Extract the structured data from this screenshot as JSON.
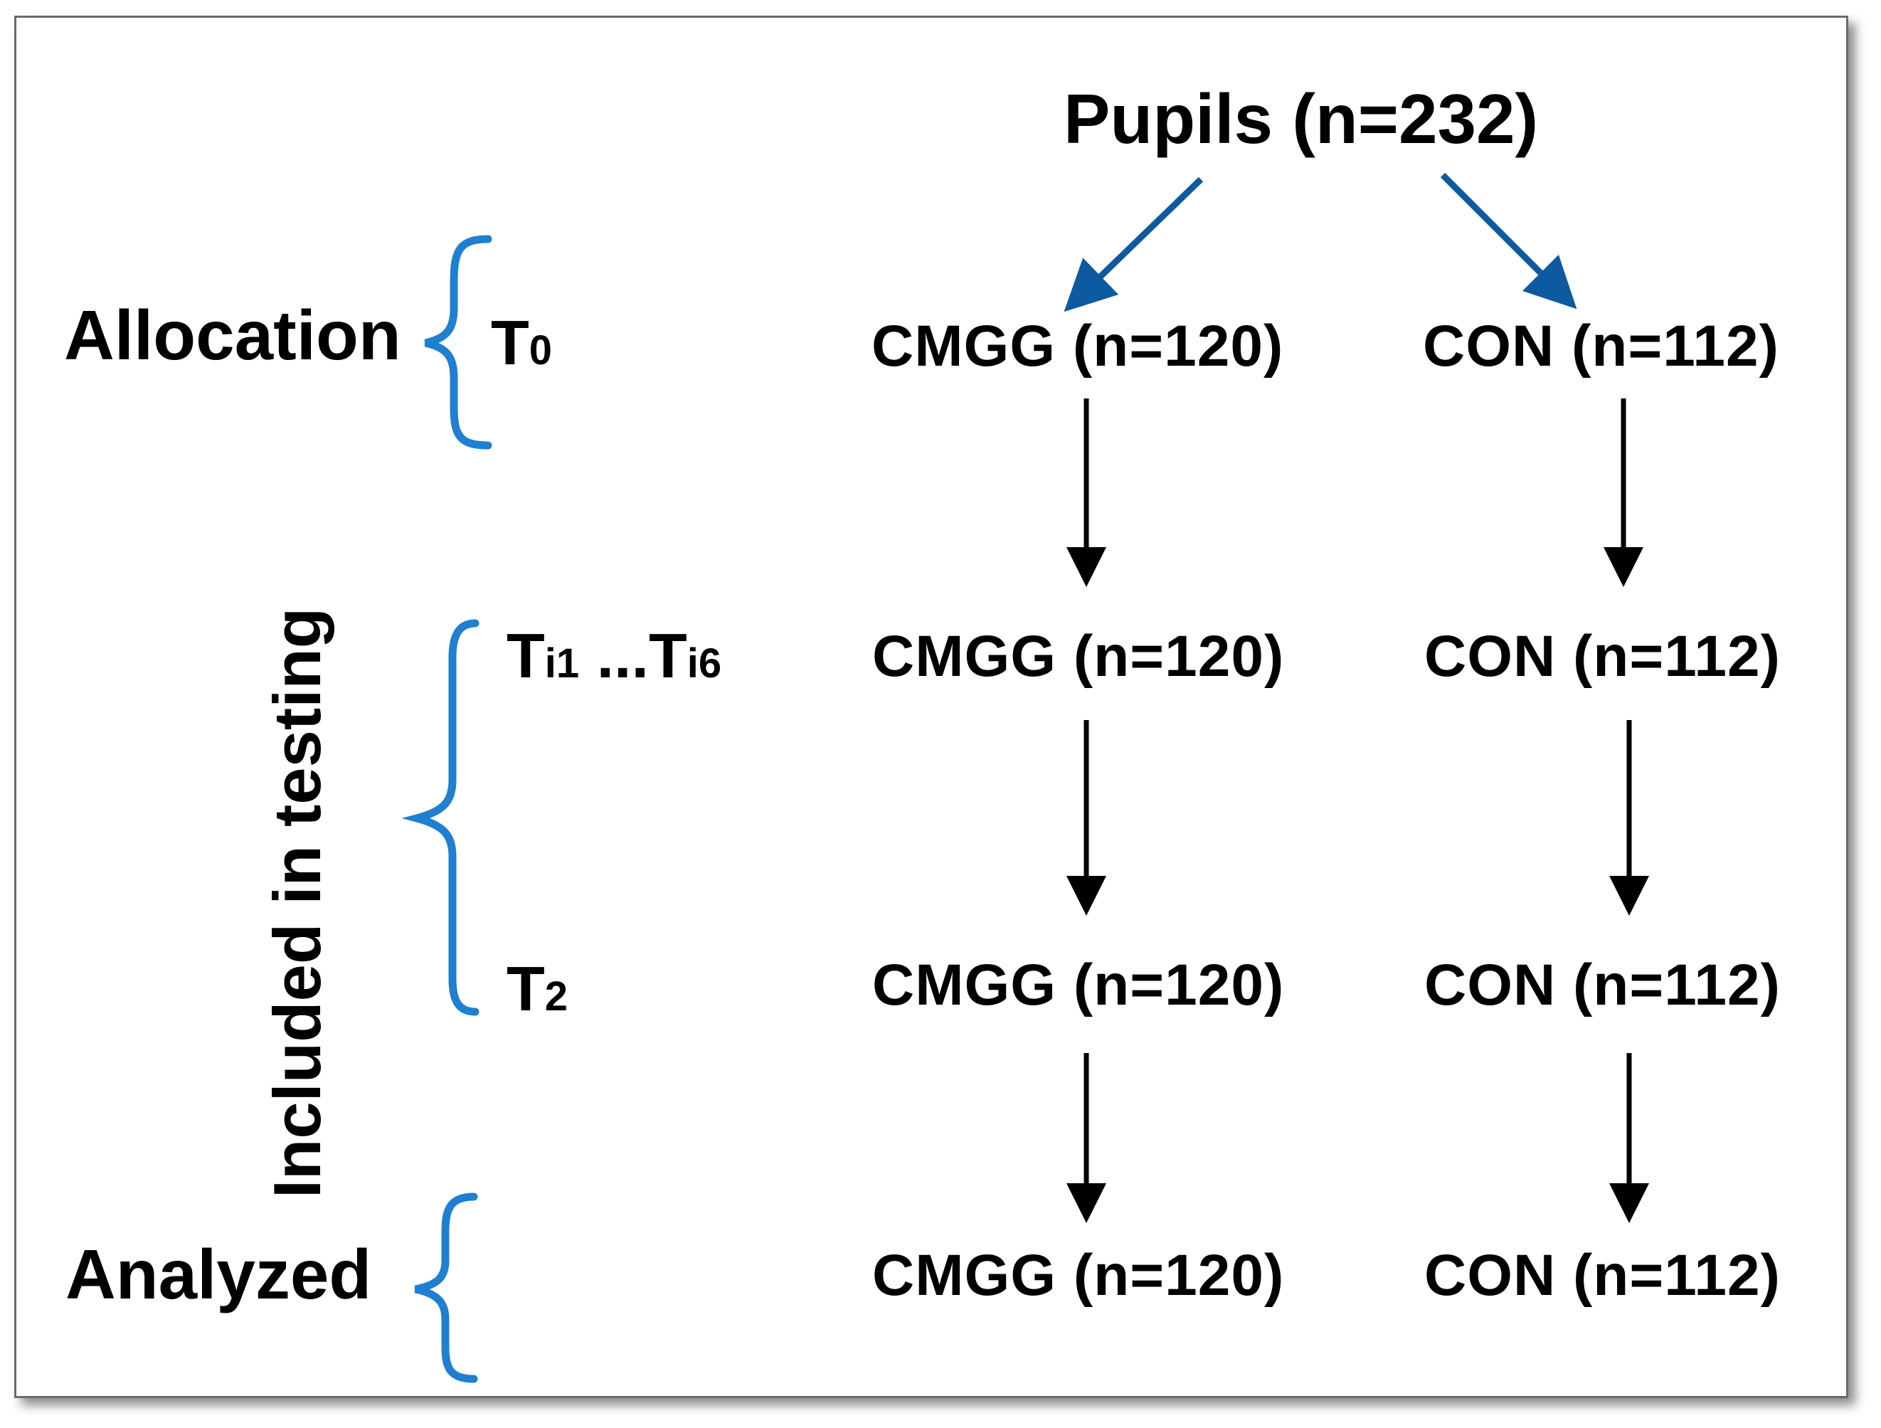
{
  "diagram": {
    "root": {
      "label": "Pupils (n=232)"
    },
    "phases": {
      "allocation": "Allocation",
      "testing": "Included in testing",
      "analyzed": "Analyzed"
    },
    "timepoints": {
      "t0": {
        "base": "T",
        "sub": "0"
      },
      "ti_first": {
        "base": "T",
        "sub": "i1"
      },
      "ti_sep": "...",
      "ti_last": {
        "base": "T",
        "sub": "i6"
      },
      "t2": {
        "base": "T",
        "sub": "2"
      }
    },
    "rows": [
      {
        "cmgg": "CMGG (n=120)",
        "con": "CON (n=112)"
      },
      {
        "cmgg": "CMGG (n=120)",
        "con": "CON (n=112)"
      },
      {
        "cmgg": "CMGG (n=120)",
        "con": "CON (n=112)"
      },
      {
        "cmgg": "CMGG (n=120)",
        "con": "CON (n=112)"
      }
    ],
    "colors": {
      "brace": "#1f7fd0",
      "split_arrow": "#0d5aa0",
      "flow_arrow": "#000000",
      "border": "#6b6b6b"
    }
  }
}
